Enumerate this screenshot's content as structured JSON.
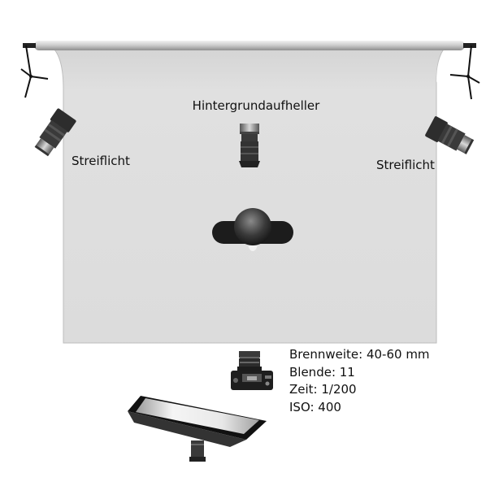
{
  "labels": {
    "background_light": "Hintergrundaufheller",
    "strip_light_left": "Streiflicht",
    "strip_light_right": "Streiflicht"
  },
  "camera_settings": {
    "focal_length": "Brennweite: 40-60 mm",
    "aperture": "Blende: 11",
    "shutter": "Zeit: 1/200",
    "iso": "ISO: 400"
  },
  "colors": {
    "backdrop": "#dedede",
    "equipment_dark": "#2a2a2a",
    "bar": "#d0d0d0"
  },
  "icons": [
    "backdrop",
    "light-stand-icon",
    "spotlight-icon",
    "background-light-icon",
    "person-icon",
    "camera-icon",
    "softbox-icon"
  ]
}
